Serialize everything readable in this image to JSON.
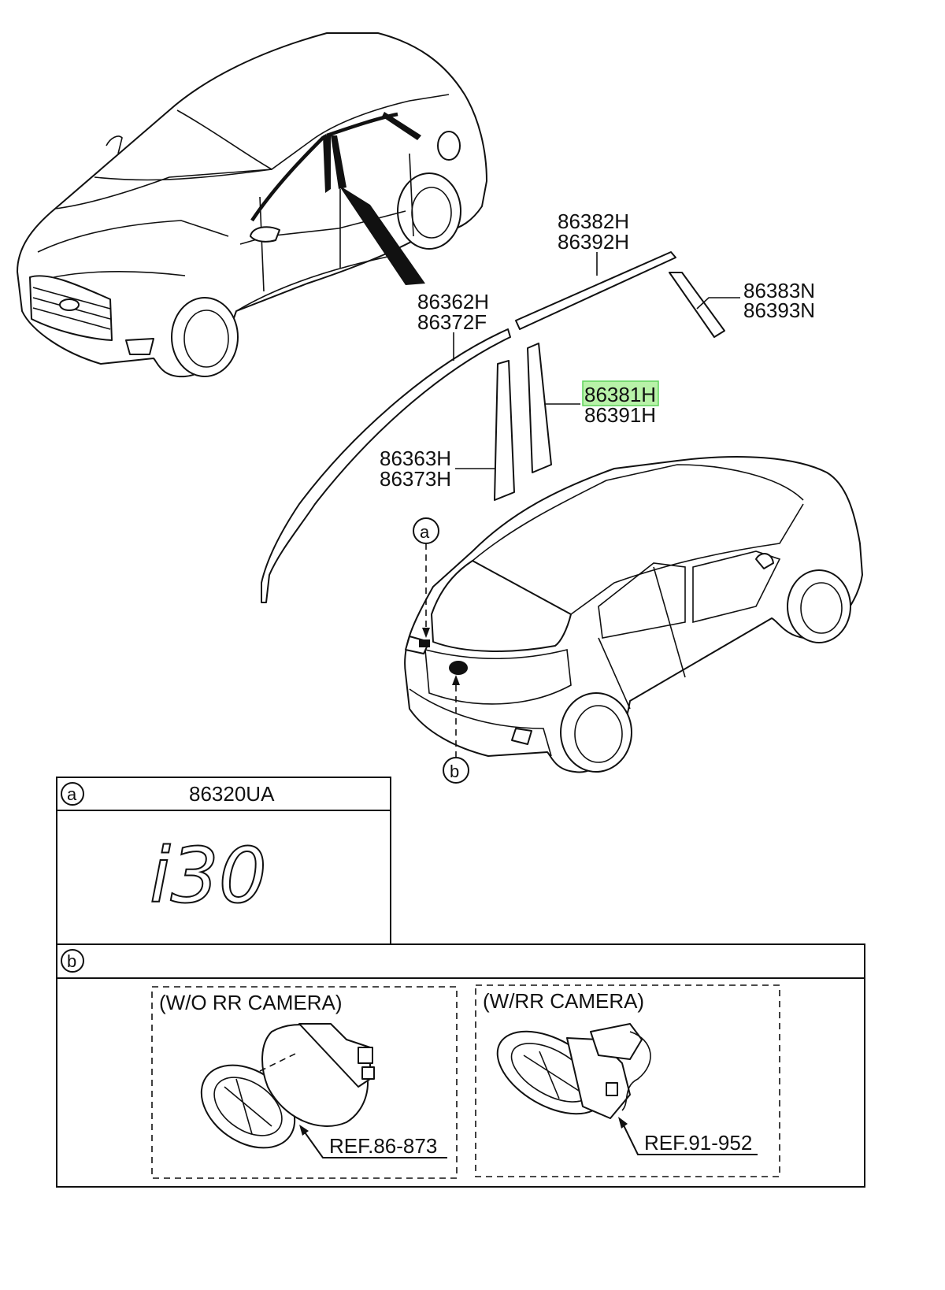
{
  "labels": {
    "roof_rear_upper": [
      "86382H",
      "86392H"
    ],
    "quarter_garnish": [
      "86383N",
      "86393N"
    ],
    "roof_front": [
      "86362H",
      "86372F"
    ],
    "pillar_rear": [
      "86381H",
      "86391H"
    ],
    "pillar_front": [
      "86363H",
      "86373H"
    ]
  },
  "callouts": {
    "a": "a",
    "b": "b"
  },
  "panel_a": {
    "marker": "a",
    "part_number": "86320UA",
    "emblem_text": "i30"
  },
  "panel_b": {
    "marker": "b",
    "left": {
      "title": "(W/O RR CAMERA)",
      "ref": "REF.86-873"
    },
    "right": {
      "title": "(W/RR CAMERA)",
      "ref": "REF.91-952"
    }
  },
  "highlight": {
    "part": "86381H",
    "color": "#b8f2a8"
  }
}
